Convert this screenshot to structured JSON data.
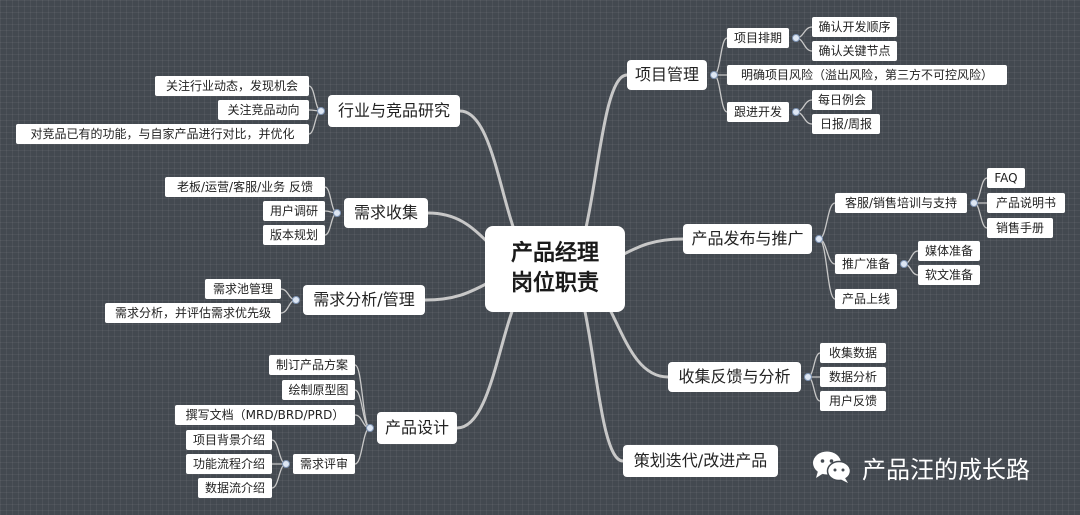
{
  "root": {
    "line1": "产品经理",
    "line2": "岗位职责"
  },
  "branches": {
    "project_mgmt": {
      "label": "项目管理",
      "schedule": {
        "label": "项目排期",
        "items": [
          "确认开发顺序",
          "确认关键节点"
        ]
      },
      "risk": "明确项目风险（溢出风险，第三方不可控风险）",
      "follow": {
        "label": "跟进开发",
        "items": [
          "每日例会",
          "日报/周报"
        ]
      }
    },
    "release": {
      "label": "产品发布与推广",
      "support": {
        "label": "客服/销售培训与支持",
        "items": [
          "FAQ",
          "产品说明书",
          "销售手册"
        ]
      },
      "promo": {
        "label": "推广准备",
        "items": [
          "媒体准备",
          "软文准备"
        ]
      },
      "launch": "产品上线"
    },
    "feedback": {
      "label": "收集反馈与分析",
      "items": [
        "收集数据",
        "数据分析",
        "用户反馈"
      ]
    },
    "iterate": {
      "label": "策划迭代/改进产品"
    },
    "industry": {
      "label": "行业与竞品研究",
      "items": [
        "关注行业动态，发现机会",
        "关注竞品动向",
        "对竞品已有的功能，与自家产品进行对比，并优化"
      ]
    },
    "collect": {
      "label": "需求收集",
      "items": [
        "老板/运营/客服/业务 反馈",
        "用户调研",
        "版本规划"
      ]
    },
    "analysis": {
      "label": "需求分析/管理",
      "items": [
        "需求池管理",
        "需求分析，并评估需求优先级"
      ]
    },
    "design": {
      "label": "产品设计",
      "items": [
        "制订产品方案",
        "绘制原型图",
        "撰写文档（MRD/BRD/PRD）"
      ],
      "review": {
        "label": "需求评审",
        "items": [
          "项目背景介绍",
          "功能流程介绍",
          "数据流介绍"
        ]
      }
    }
  },
  "brand": {
    "text": "产品汪的成长路",
    "icon": "wechat-icon"
  },
  "colors": {
    "background": "#434950",
    "edge": "#c8c8c8",
    "node": "#ffffff",
    "knob": "#dde6f3"
  }
}
